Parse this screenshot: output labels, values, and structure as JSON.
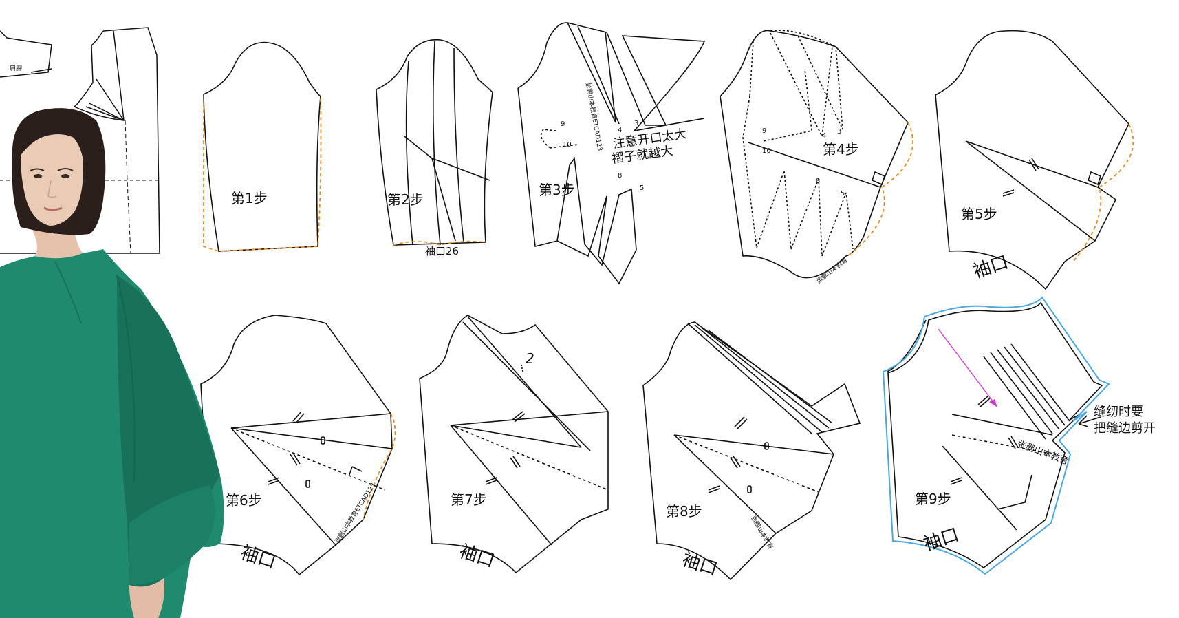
{
  "bodice_label": "肩胛",
  "steps": [
    {
      "label": "第1步"
    },
    {
      "label": "第2步",
      "cuff_text": "袖口26"
    },
    {
      "label": "第3步",
      "note_lines": [
        "注意开口太大",
        "褶子就越大"
      ],
      "numbers": [
        "9",
        "10",
        "4",
        "3",
        "8",
        "5"
      ],
      "side_text": "张鹏山本教育ETCAD123"
    },
    {
      "label": "第4步",
      "numbers": [
        "9",
        "10",
        "4",
        "3",
        "8",
        "5"
      ],
      "side_text": "张鹏山本教育"
    },
    {
      "label": "第5步",
      "cuff": "袖口"
    },
    {
      "label": "第6步",
      "cuff": "袖口",
      "side_text": "张鹏山本教育ETCAD123"
    },
    {
      "label": "第7步",
      "cuff": "袖口",
      "mark": "2"
    },
    {
      "label": "第8步",
      "cuff": "袖口",
      "side_text": "张鹏山本教育"
    },
    {
      "label": "第9步",
      "cuff": "袖口",
      "side_text": "张鹏山本教育",
      "note_lines": [
        "缝纫时要",
        "把缝边剪开"
      ]
    }
  ],
  "colors": {
    "line": "#111111",
    "dash_orange": "#e88a1a",
    "outline_blue": "#4aa8e0",
    "arrow_magenta": "#d23ad8",
    "garment_green": "#1f8a6e"
  }
}
